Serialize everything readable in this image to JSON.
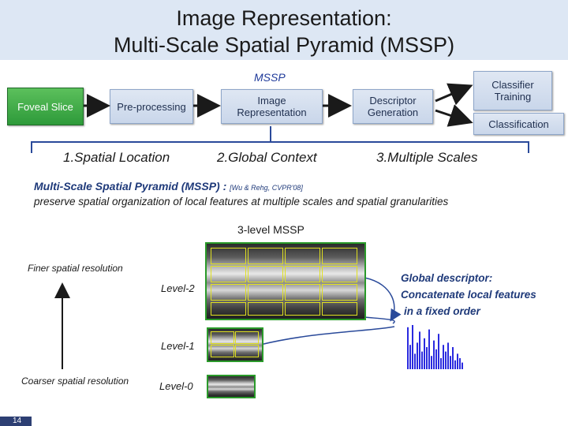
{
  "title": {
    "line1": "Image Representation:",
    "line2": "Multi-Scale Spatial Pyramid (MSSP)"
  },
  "pipeline": {
    "mssp_label": "MSSP",
    "foveal": "Foveal Slice",
    "preprocessing": "Pre-processing",
    "image_representation": "Image Representation",
    "descriptor_generation": "Descriptor Generation",
    "classifier_training": "Classifier Training",
    "classification": "Classification"
  },
  "aspects": {
    "a1": "1.Spatial Location",
    "a2": "2.Global Context",
    "a3": "3.Multiple Scales"
  },
  "definition": {
    "term": "Multi-Scale Spatial Pyramid  (MSSP) :",
    "citation": "[Wu & Rehg, CVPR'08]",
    "description": "preserve spatial organization of local features at multiple scales and spatial granularities"
  },
  "figure": {
    "heading": "3-level MSSP",
    "finer": "Finer spatial resolution",
    "coarser": "Coarser spatial resolution",
    "level2": "Level-2",
    "level1": "Level-1",
    "level0": "Level-0",
    "global_title": "Global descriptor:",
    "global_line2": "Concatenate local features",
    "global_line3": "in a fixed order",
    "histogram": [
      0.95,
      0.55,
      1.0,
      0.35,
      0.6,
      0.85,
      0.4,
      0.7,
      0.5,
      0.9,
      0.3,
      0.65,
      0.45,
      0.8,
      0.25,
      0.55,
      0.4,
      0.6,
      0.3,
      0.5,
      0.2,
      0.35,
      0.25,
      0.15
    ]
  },
  "colors": {
    "accent_blue": "#1f3a7a",
    "strip_border": "#2a9a2a",
    "grid_yellow": "#e0e020",
    "histogram": "#2a2adf"
  },
  "page_number": "14"
}
